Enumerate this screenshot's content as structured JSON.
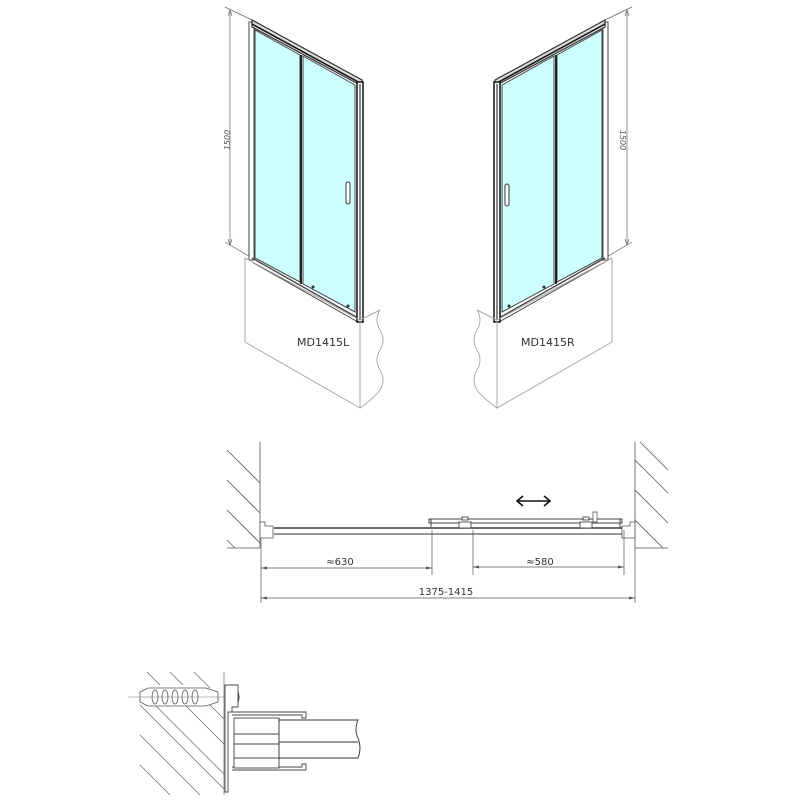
{
  "views": {
    "left_iso": {
      "model_label": "MD1415L",
      "height_dim": "1500"
    },
    "right_iso": {
      "model_label": "MD1415R",
      "height_dim": "1500"
    },
    "plan": {
      "dim_left": "≈630",
      "dim_right": "≈580",
      "dim_total": "1375-1415",
      "slide_direction": "double-arrow-horizontal"
    },
    "detail": {
      "description": "wall profile mounting detail with dowel and screw"
    }
  },
  "colors": {
    "glass": "#ccffff",
    "line": "#333333",
    "light_line": "#999999",
    "background": "#ffffff"
  }
}
